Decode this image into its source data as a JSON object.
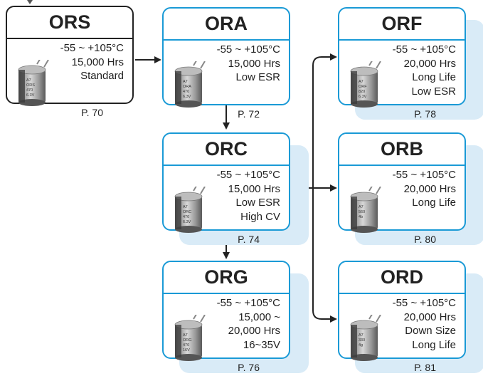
{
  "series": [
    {
      "id": "ors",
      "name": "ORS",
      "temp": "-55 ~ +105°C",
      "specs": [
        "15,000 Hrs",
        "Standard"
      ],
      "page": "P. 70",
      "cap_label": [
        "A7",
        "ORS",
        "470",
        "6.3V"
      ]
    },
    {
      "id": "ora",
      "name": "ORA",
      "temp": "-55 ~ +105°C",
      "specs": [
        "15,000 Hrs",
        "Low ESR"
      ],
      "page": "P. 72",
      "cap_label": [
        "A7",
        "ORA",
        "470",
        "6.3V"
      ]
    },
    {
      "id": "orc",
      "name": "ORC",
      "temp": "-55 ~ +105°C",
      "specs": [
        "15,000 Hrs",
        "Low ESR",
        "High CV"
      ],
      "page": "P. 74",
      "cap_label": [
        "A7",
        "ORC",
        "470",
        "6.3V"
      ]
    },
    {
      "id": "org",
      "name": "ORG",
      "temp": "-55 ~ +105°C",
      "specs": [
        "15,000 ~",
        "20,000 Hrs",
        "16~35V"
      ],
      "page": "P. 76",
      "cap_label": [
        "A7",
        "ORG",
        "470",
        "16V"
      ]
    },
    {
      "id": "orf",
      "name": "ORF",
      "temp": "-55 ~ +105°C",
      "specs": [
        "20,000 Hrs",
        "Long Life",
        "Low ESR"
      ],
      "page": "P. 78",
      "cap_label": [
        "A7",
        "ORF",
        "820",
        "6.3V"
      ]
    },
    {
      "id": "orb",
      "name": "ORB",
      "temp": "-55 ~ +105°C",
      "specs": [
        "20,000 Hrs",
        "Long Life"
      ],
      "page": "P. 80",
      "cap_label": [
        "A7",
        "560",
        "4b"
      ]
    },
    {
      "id": "ord",
      "name": "ORD",
      "temp": "-55 ~ +105°C",
      "specs": [
        "20,000 Hrs",
        "Down Size",
        "Long Life"
      ],
      "page": "P. 81",
      "cap_label": [
        "A7",
        "330",
        "4g"
      ]
    }
  ],
  "colors": {
    "accent": "#1a9ad6",
    "shadow": "#d9ebf7",
    "ors_border": "#222222"
  }
}
